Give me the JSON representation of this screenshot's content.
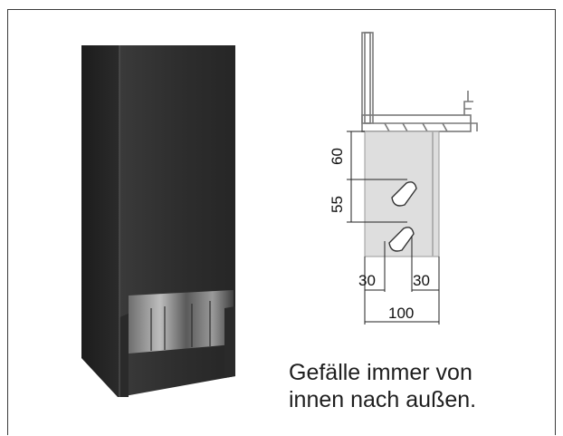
{
  "dimensions": {
    "vertical_top": "60",
    "vertical_bottom": "55",
    "horizontal_left": "30",
    "horizontal_right": "30",
    "total_width": "100"
  },
  "caption": {
    "line1": "Gefälle immer von",
    "line2": "innen nach außen."
  },
  "colors": {
    "product": "#2a2a2a",
    "drawing_fill": "#dedede",
    "profile_line": "#7a7a7a"
  }
}
